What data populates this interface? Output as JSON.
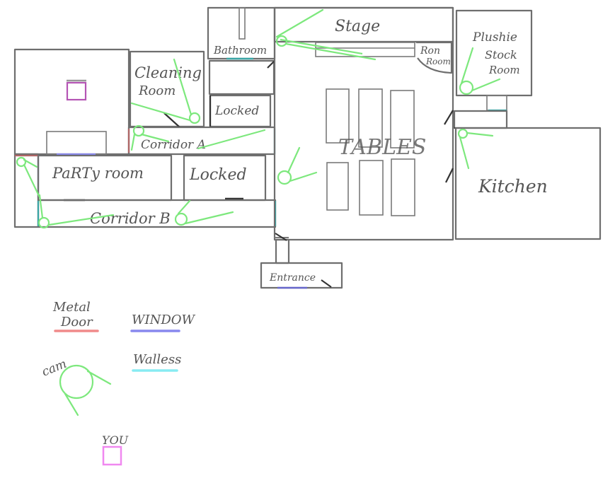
{
  "colors": {
    "wall": "#6e6e6e",
    "cam": "#7de87d",
    "metal_door": "#f08a8a",
    "window": "#8888ee",
    "walless": "#88ecf2",
    "you": "#f088f0",
    "purple_marker": "#b455b4"
  },
  "rooms": {
    "stage": "Stage",
    "bathroom": "Bathroom",
    "ron_room_1": "Ron",
    "ron_room_2": "Room",
    "plushie_1": "Plushie",
    "plushie_2": "Stock",
    "plushie_3": "Room",
    "cleaning_1": "Cleaning",
    "cleaning_2": "Room",
    "locked_top": "Locked",
    "corridor_a": "Corridor A",
    "tables": "TABLES",
    "party_room": "PaRTy room",
    "locked_mid": "Locked",
    "corridor_b": "Corridor B",
    "kitchen": "Kitchen",
    "entrance": "Entrance"
  },
  "legend": {
    "metal_door_1": "Metal",
    "metal_door_2": "Door",
    "window": "WINDOW",
    "cam": "cam",
    "walless": "Walless",
    "you": "YOU"
  },
  "icons": {
    "cam": "security-camera-icon",
    "you": "player-position-icon"
  }
}
